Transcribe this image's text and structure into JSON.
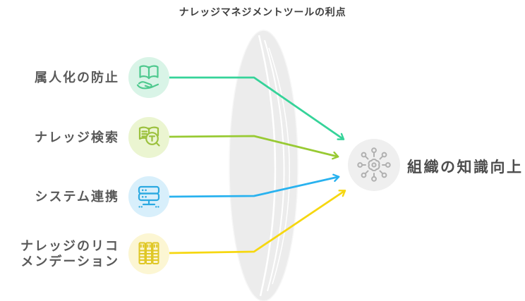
{
  "title": "ナレッジマネジメントツールの利点",
  "items": [
    {
      "label": "属人化の防止",
      "icon": "book-on-hand-icon",
      "circle_color": "#d9f4e7",
      "icon_color": "#4ec98e",
      "line_color": "#35d399"
    },
    {
      "label": "ナレッジ検索",
      "icon": "book-search-icon",
      "circle_color": "#ebf5d1",
      "icon_color": "#9cc13d",
      "line_color": "#98ca33"
    },
    {
      "label": "システム連携",
      "icon": "server-icon",
      "circle_color": "#d8effb",
      "icon_color": "#2aa9e1",
      "line_color": "#29b2ef"
    },
    {
      "label": "ナレッジのリコ\nメンデーション",
      "icon": "books-icon",
      "circle_color": "#fcf6d3",
      "icon_color": "#dfc725",
      "line_color": "#f6d710"
    }
  ],
  "result": {
    "label": "組織の知識向上",
    "icon": "network-hub-icon",
    "circle_color": "#efefef",
    "icon_color": "#b0b0b0"
  },
  "lens_color": "#ececec"
}
